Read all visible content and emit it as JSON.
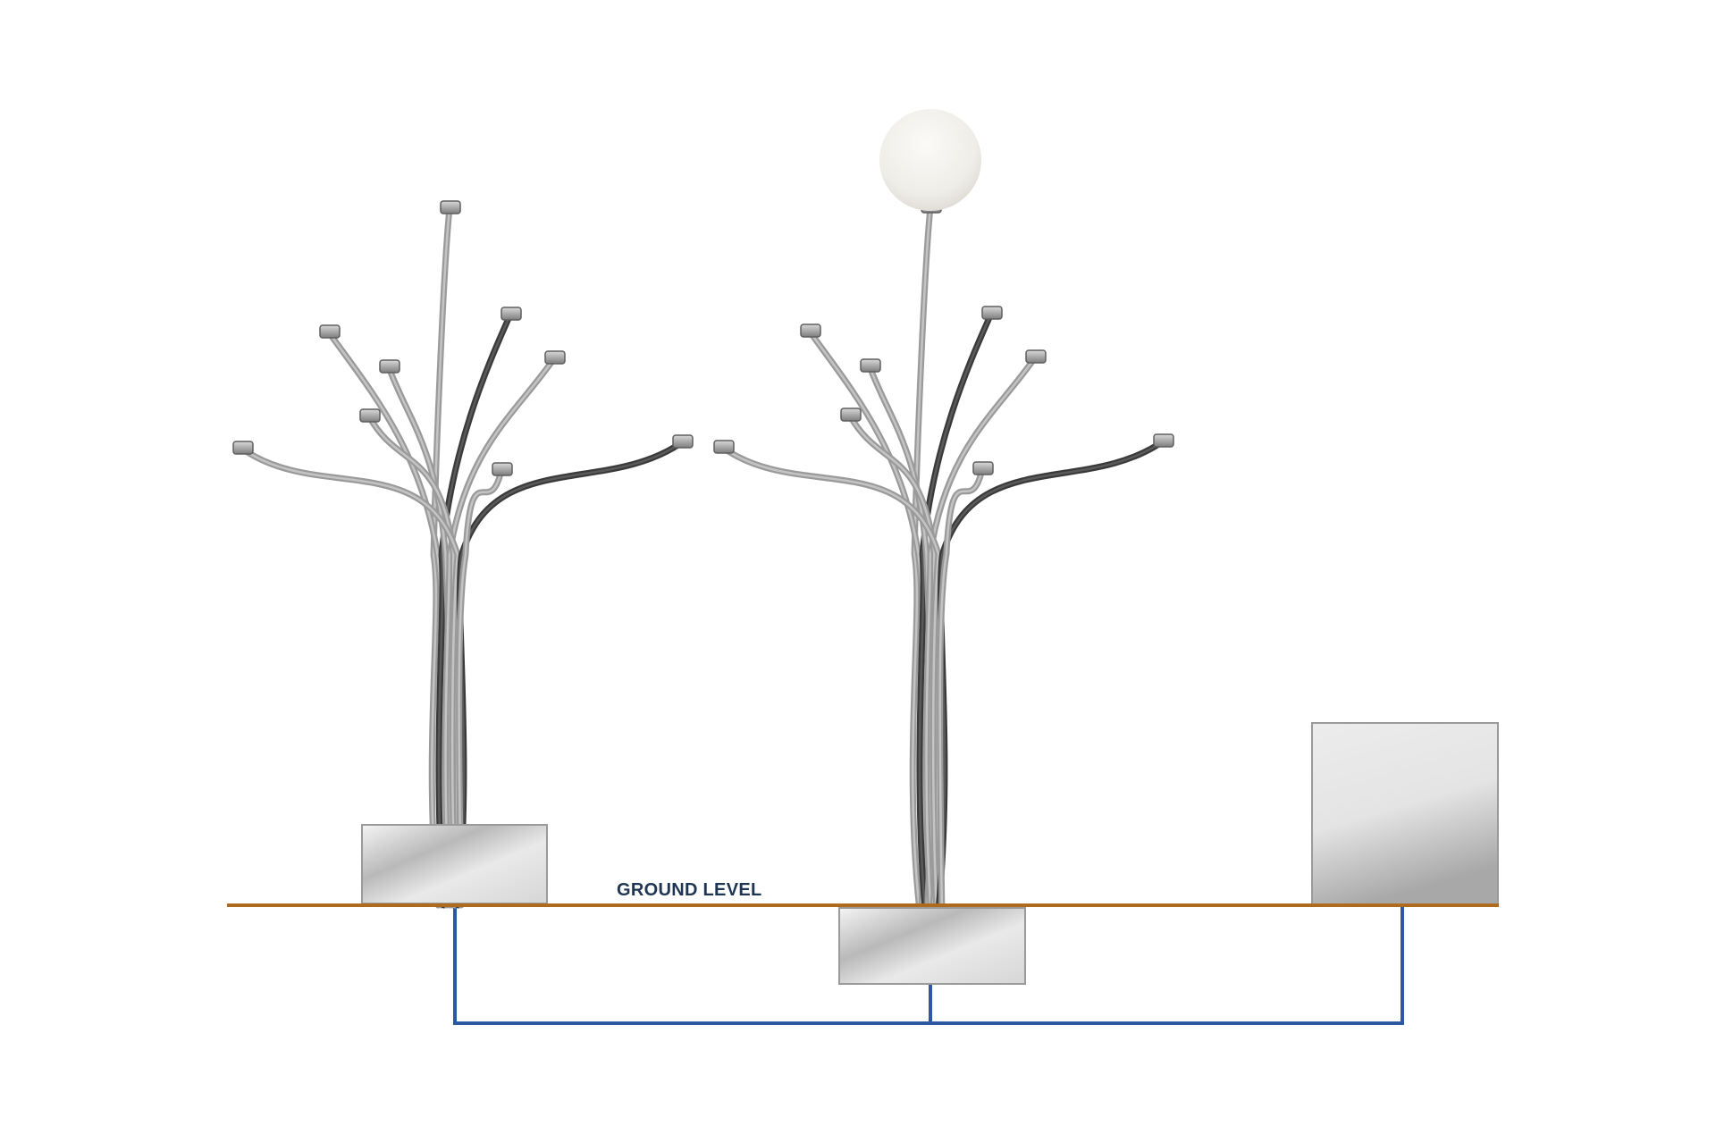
{
  "ground_label": "GROUND LEVEL",
  "colors": {
    "ground_line": "#b06a1e",
    "conduit": "#2c5aa0",
    "label": "#1f3652",
    "box_edge": "#9a9a9a",
    "stem_light": "#9a9a9a",
    "stem_dark": "#3a3a3a",
    "globe": "#efede8"
  },
  "diagram": {
    "trees": [
      {
        "name": "tree-left",
        "has_globe": false
      },
      {
        "name": "tree-center",
        "has_globe": true
      }
    ],
    "boxes": [
      {
        "name": "base-box-left",
        "position": "above-ground"
      },
      {
        "name": "base-box-center",
        "position": "below-ground"
      },
      {
        "name": "cabinet-right",
        "position": "above-ground"
      }
    ],
    "conduit_connects": [
      "base-box-left",
      "base-box-center",
      "cabinet-right"
    ]
  }
}
